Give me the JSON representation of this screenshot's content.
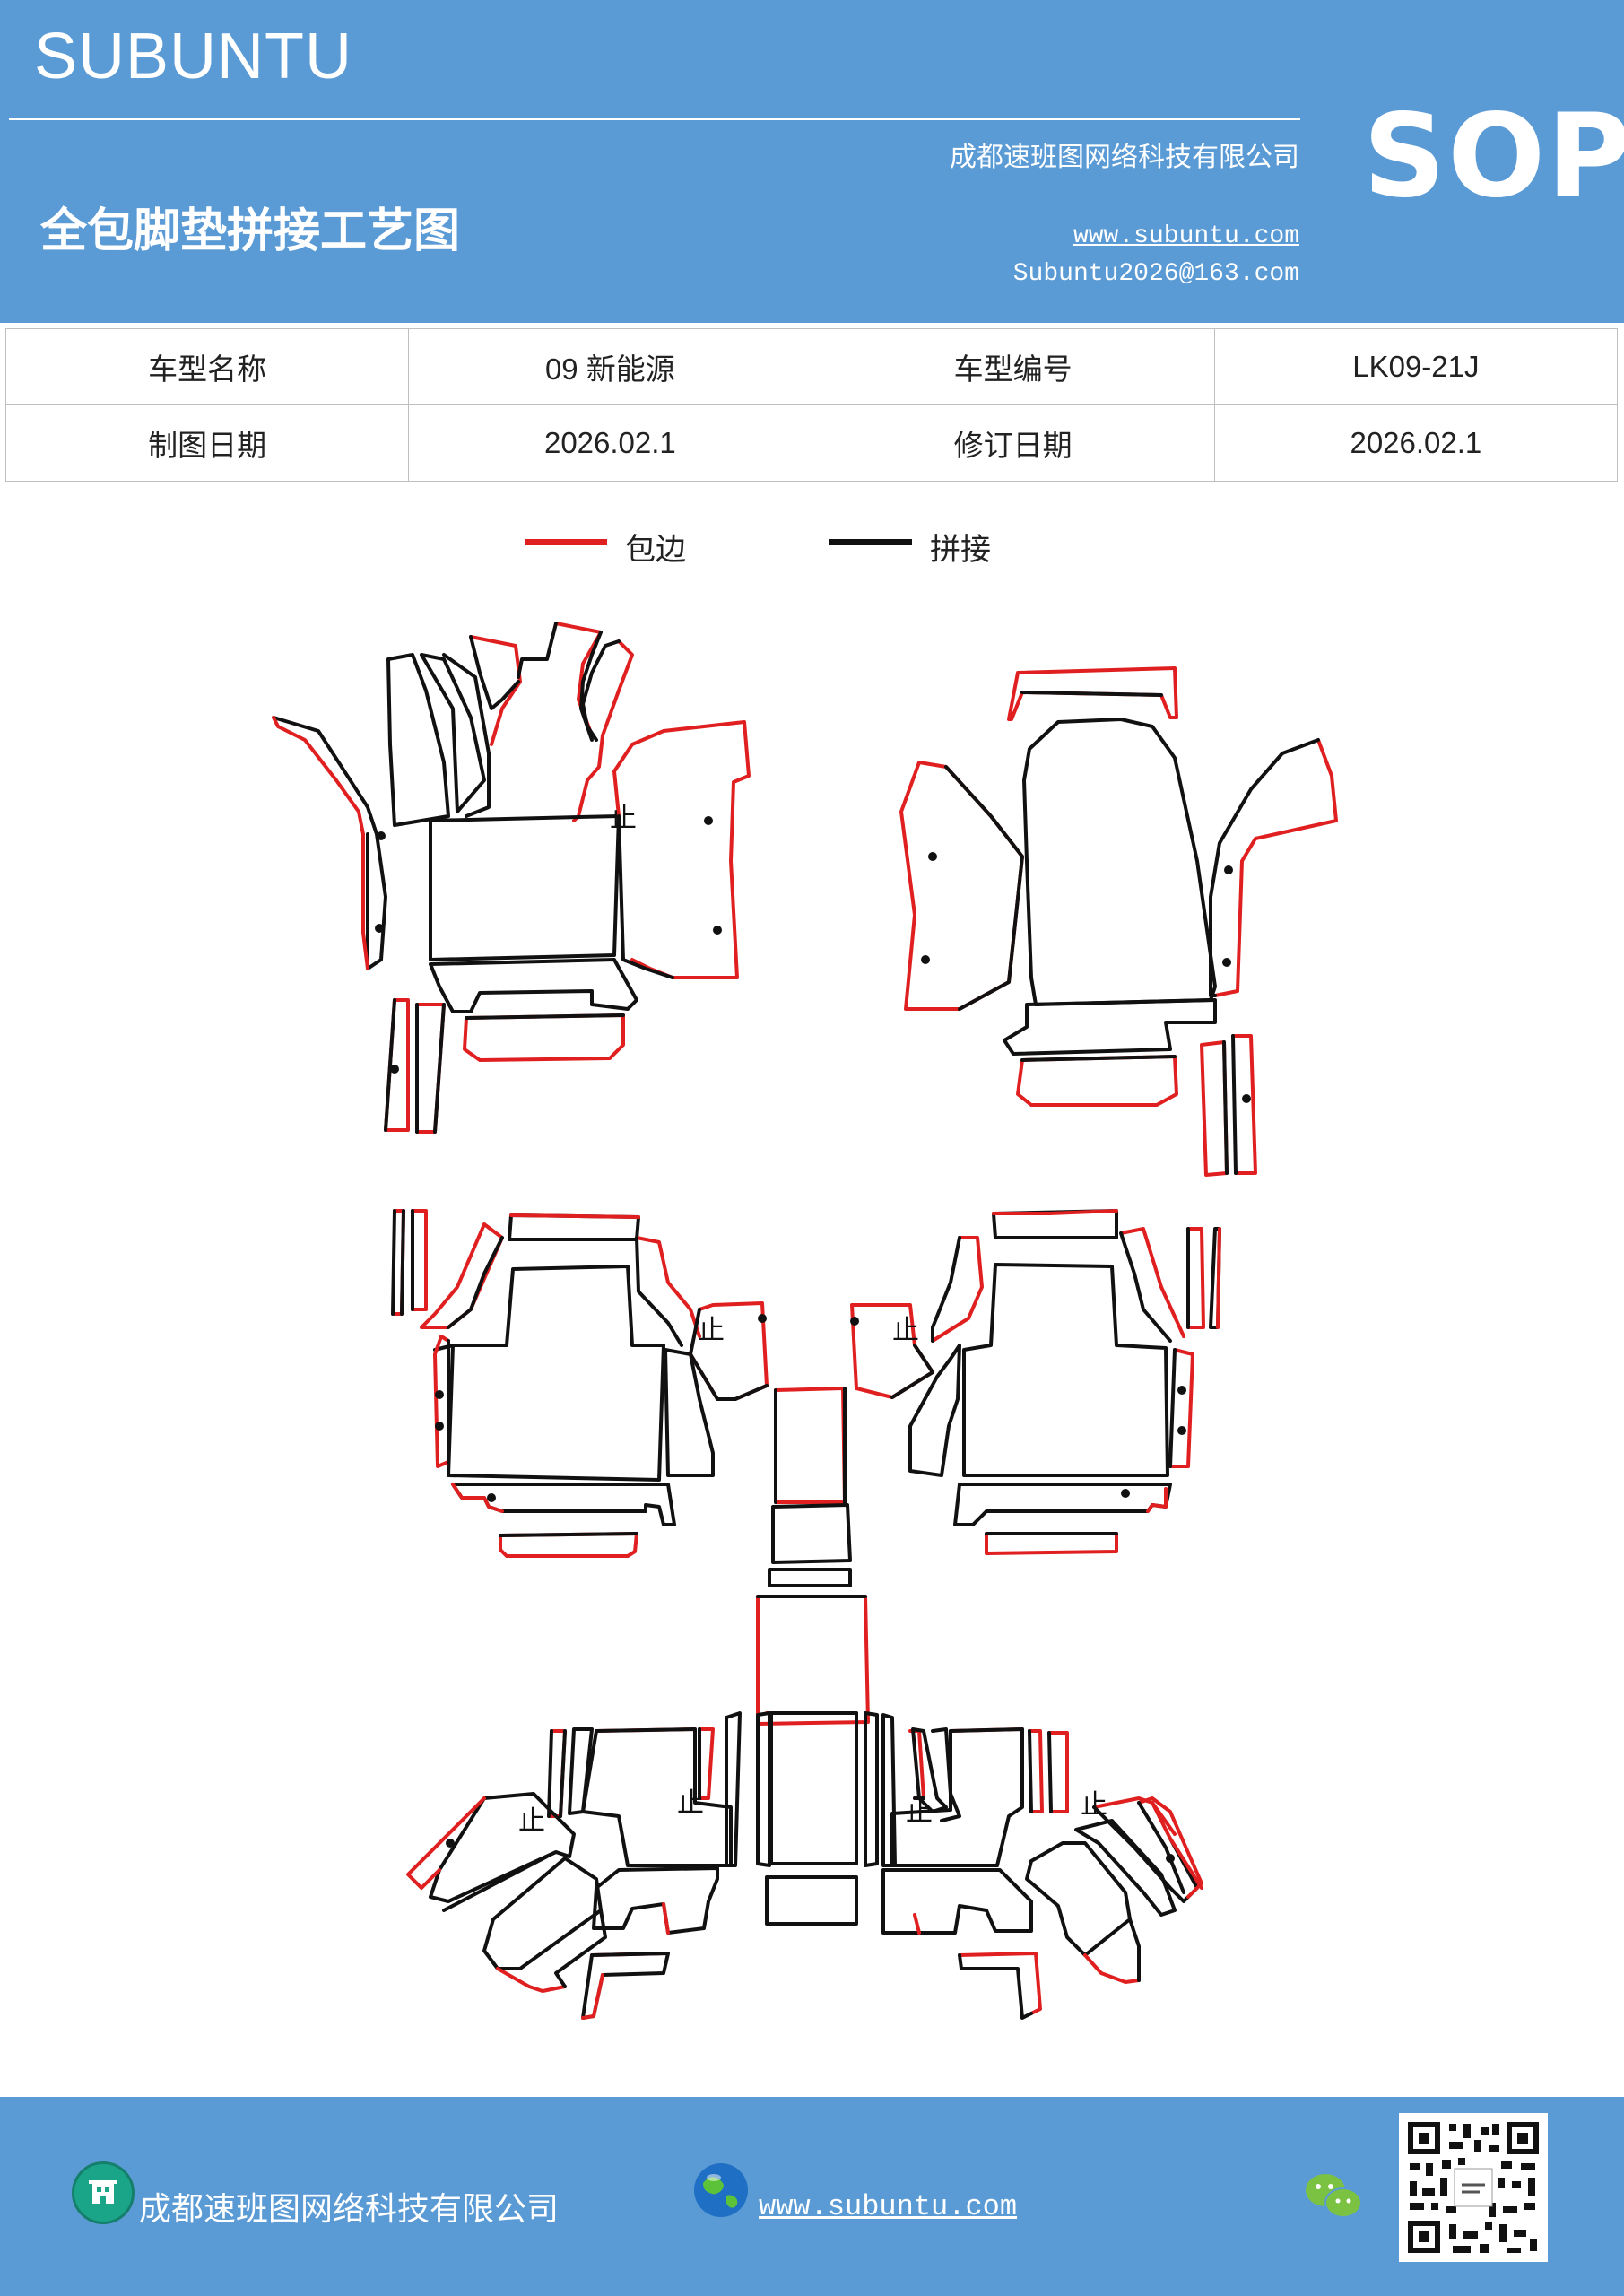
{
  "header": {
    "brand": "SUBUNTU",
    "company": "成都速班图网络科技有限公司",
    "title": "全包脚垫拼接工艺图",
    "website": "www.subuntu.com",
    "email": "Subuntu2026@163.com",
    "sop": "SOP"
  },
  "info_table": {
    "model_name_label": "车型名称",
    "model_name_value": "09 新能源",
    "model_code_label": "车型编号",
    "model_code_value": "LK09-21J",
    "draw_date_label": "制图日期",
    "draw_date_value": "2026.02.1",
    "revise_date_label": "修订日期",
    "revise_date_value": "2026.02.1"
  },
  "legend": {
    "edge_label": "包边",
    "edge_color": "#e02020",
    "splice_label": "拼接",
    "splice_color": "#111111"
  },
  "diagram": {
    "stop_mark": "止"
  },
  "footer": {
    "company": "成都速班图网络科技有限公司",
    "website": "www.subuntu.com",
    "building_icon": "building-icon",
    "globe_icon": "globe-icon",
    "wechat_icon": "wechat-icon",
    "qr_icon": "qr-code"
  }
}
